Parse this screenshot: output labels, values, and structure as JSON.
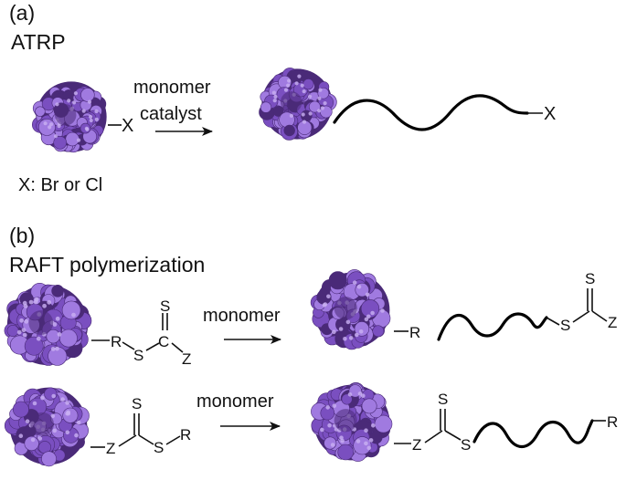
{
  "colors": {
    "protein_dark": "#4a2a78",
    "protein_mid": "#7a4fc0",
    "protein_light": "#a07ae0",
    "protein_highlight": "#c9b0f2",
    "ink": "#111111"
  },
  "icons": [
    "protein-blob-icon",
    "reaction-arrow-icon",
    "polymer-chain-icon"
  ],
  "panel_a": {
    "label": "(a)",
    "title": "ATRP",
    "initiator_group": "X",
    "arrow_top": "monomer",
    "arrow_bottom": "catalyst",
    "product_end": "X",
    "note": "X: Br or Cl"
  },
  "panel_b": {
    "label": "(b)",
    "title": "RAFT polymerization",
    "arrow_label": "monomer",
    "row1": {
      "reactant": {
        "r": "R",
        "s_single": "S",
        "c": "C",
        "s_double": "S",
        "z": "Z"
      },
      "product": {
        "r": "R",
        "s_single": "S",
        "s_double": "S",
        "z": "Z"
      }
    },
    "row2": {
      "reactant": {
        "z": "Z",
        "s_double": "S",
        "s_single": "S",
        "r": "R"
      },
      "product": {
        "z": "Z",
        "s_double": "S",
        "s_single": "S",
        "r": "R"
      }
    }
  }
}
